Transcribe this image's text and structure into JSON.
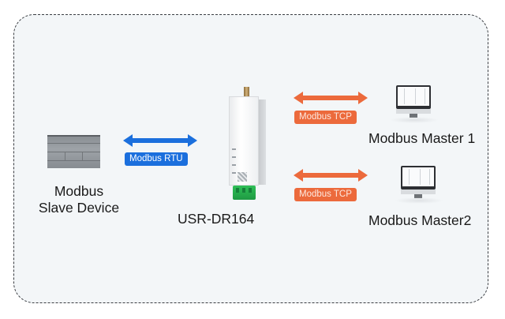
{
  "diagram": {
    "title": "",
    "nodes": {
      "slave": {
        "label_line1": "Modbus",
        "label_line2": "Slave Device",
        "icon": "plc-icon"
      },
      "gateway": {
        "label": "USR-DR164",
        "icon": "din-rail-gateway-icon"
      },
      "master1": {
        "label": "Modbus Master 1",
        "icon": "desktop-computer-icon"
      },
      "master2": {
        "label": "Modbus Master2",
        "icon": "desktop-computer-icon"
      }
    },
    "links": [
      {
        "from": "slave",
        "to": "gateway",
        "label": "Modbus RTU",
        "color": "#1b6fdd",
        "direction": "bidirectional"
      },
      {
        "from": "gateway",
        "to": "master1",
        "label": "Modbus TCP",
        "color": "#ec6a3c",
        "direction": "bidirectional"
      },
      {
        "from": "gateway",
        "to": "master2",
        "label": "Modbus TCP",
        "color": "#ec6a3c",
        "direction": "bidirectional"
      }
    ],
    "colors": {
      "rtu": "#1b6fdd",
      "tcp": "#ec6a3c",
      "frame_border": "#3a3d42",
      "frame_fill": "#f3f6f8"
    }
  }
}
